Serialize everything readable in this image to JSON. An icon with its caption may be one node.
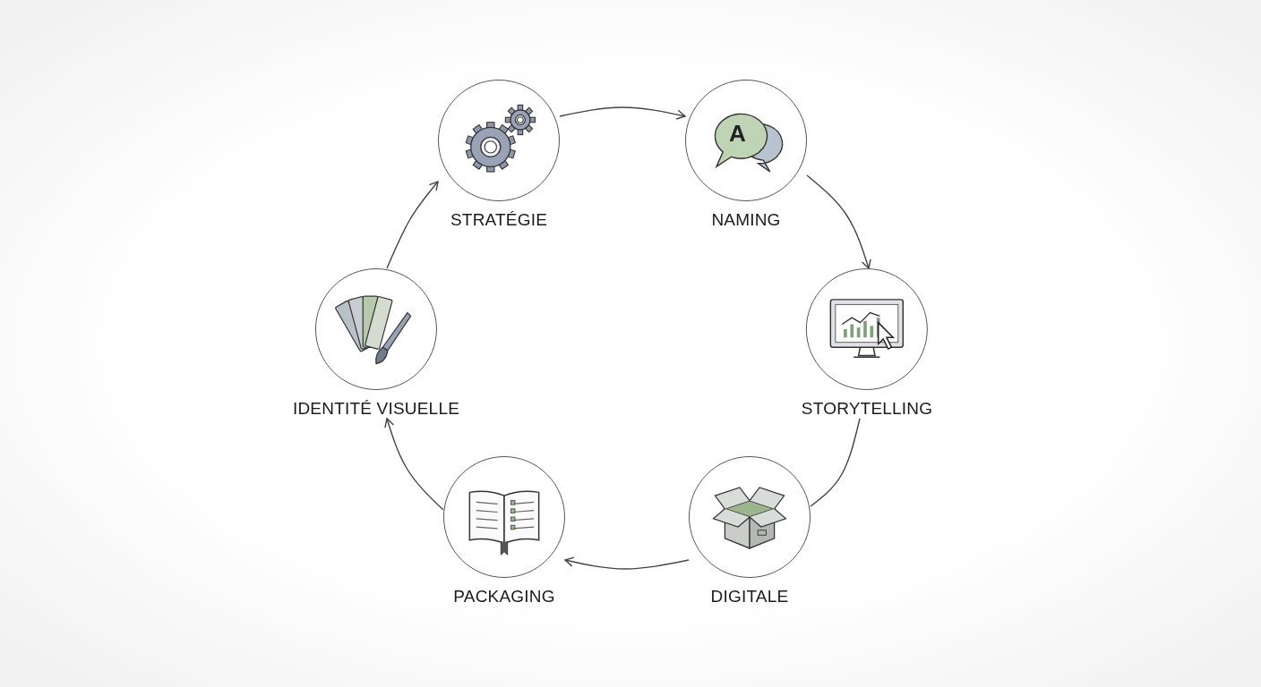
{
  "diagram": {
    "nodes": [
      {
        "text": [
          "STRATÉGIE"
        ]
      },
      {
        "text": [
          "A",
          "NAMING"
        ]
      },
      {
        "text": [
          "STORYTELLING"
        ]
      },
      {
        "text": [
          "DIGITALE"
        ]
      },
      {
        "text": [
          "PACKAGING"
        ]
      },
      {
        "text": [
          "IDENTITÉ VISUELLE"
        ]
      }
    ],
    "edges": [
      {
        "from": 0,
        "to": 1,
        "arrow": "to"
      },
      {
        "from": 1,
        "to": 2,
        "arrow": "to"
      },
      {
        "from": 2,
        "to": 3,
        "arrow": "none"
      },
      {
        "from": 3,
        "to": 4,
        "arrow": "to"
      },
      {
        "from": 4,
        "to": 5,
        "arrow": "to"
      },
      {
        "from": 5,
        "to": 0,
        "arrow": "to"
      }
    ]
  }
}
